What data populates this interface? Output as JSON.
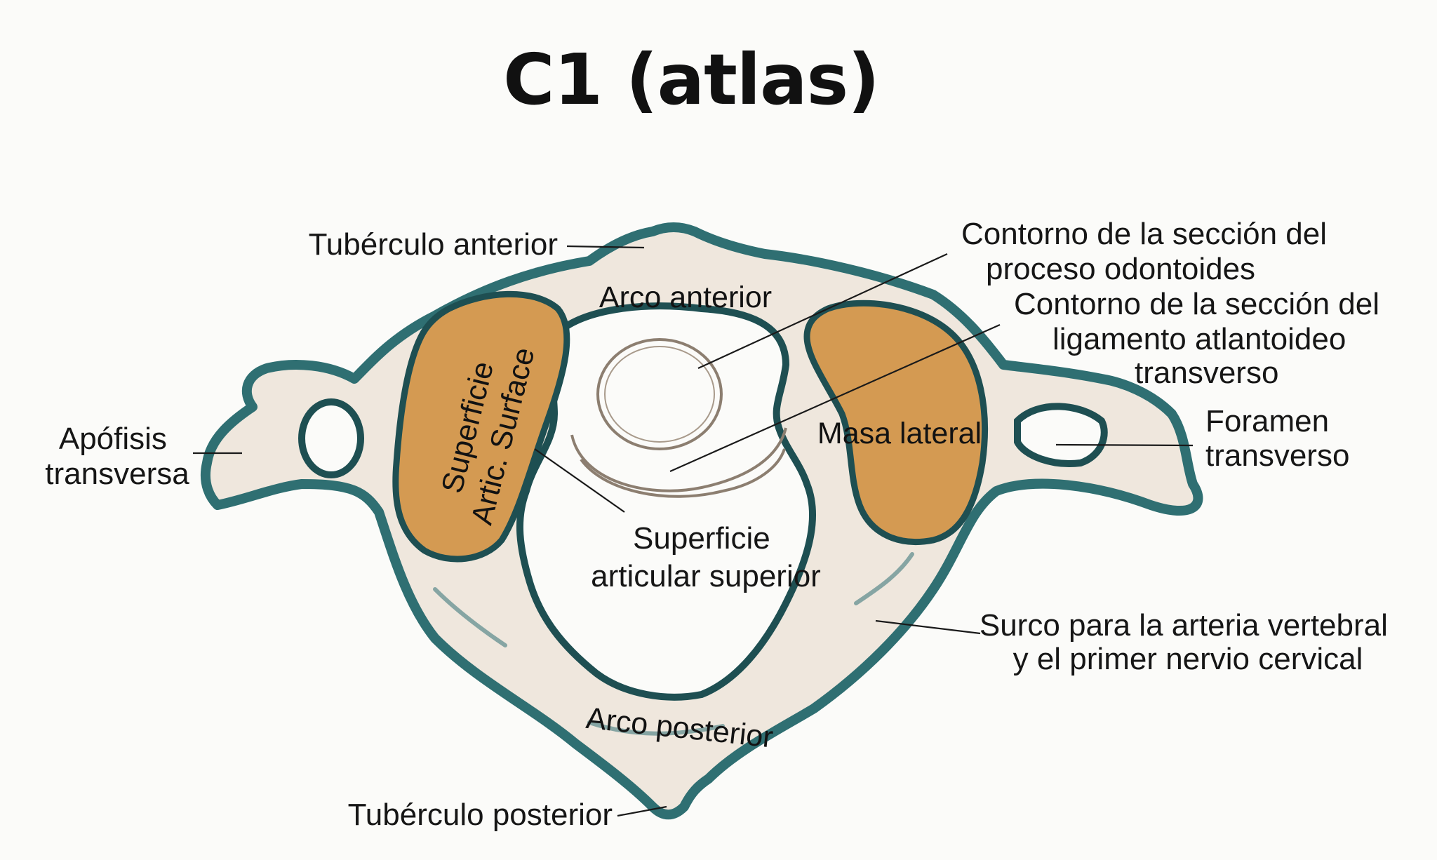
{
  "title": "C1 (atlas)",
  "colors": {
    "bone": "#efe7dd",
    "bone_shadow": "#ddd2c6",
    "outline": "#2f6f72",
    "outline_dark": "#1e4f52",
    "facet": "#d49a52",
    "facet_dark": "#b87a36",
    "background": "#fbfbf9"
  },
  "labels": {
    "tuberculo_anterior": "Tubérculo anterior",
    "arco_anterior": "Arco anterior",
    "contorno_odontoides": [
      "Contorno de la sección del",
      "proceso odontoides"
    ],
    "contorno_ligamento": [
      "Contorno de la sección del",
      "ligamento atlantoideo",
      "transverso"
    ],
    "apofisis_transversa": [
      "Apófisis",
      "transversa"
    ],
    "superficie_artic_surface": [
      "Superficie",
      "Artic. Surface"
    ],
    "masa_lateral": "Masa lateral",
    "foramen_transverso": [
      "Foramen",
      "transverso"
    ],
    "superficie_articular_superior": [
      "Superficie",
      "articular superior"
    ],
    "surco_arteria": [
      "Surco para la arteria vertebral",
      "y el primer nervio cervical"
    ],
    "arco_posterior": "Arco posterior",
    "tuberculo_posterior": "Tubérculo posterior"
  }
}
